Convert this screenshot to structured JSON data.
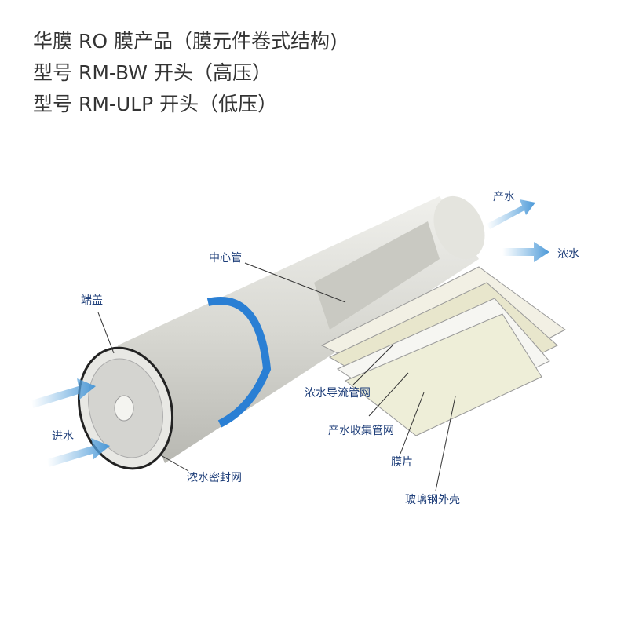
{
  "header": {
    "line1": "华膜 RO 膜产品（膜元件卷式结构)",
    "line2": "型号 RM-BW 开头（高压）",
    "line3": "型号 RM-ULP 开头（低压）"
  },
  "labels": {
    "permeate": "产水",
    "concentrate": "浓水",
    "center_tube": "中心管",
    "end_cap": "端盖",
    "feed": "进水",
    "brine_seal": "浓水密封网",
    "feed_spacer": "浓水导流管网",
    "permeate_carrier": "产水收集管网",
    "membrane": "膜片",
    "frp_shell": "玻璃钢外壳"
  },
  "colors": {
    "arrow": "#6aaee0",
    "band": "#2a7fd4",
    "label": "#1f3f7a"
  }
}
